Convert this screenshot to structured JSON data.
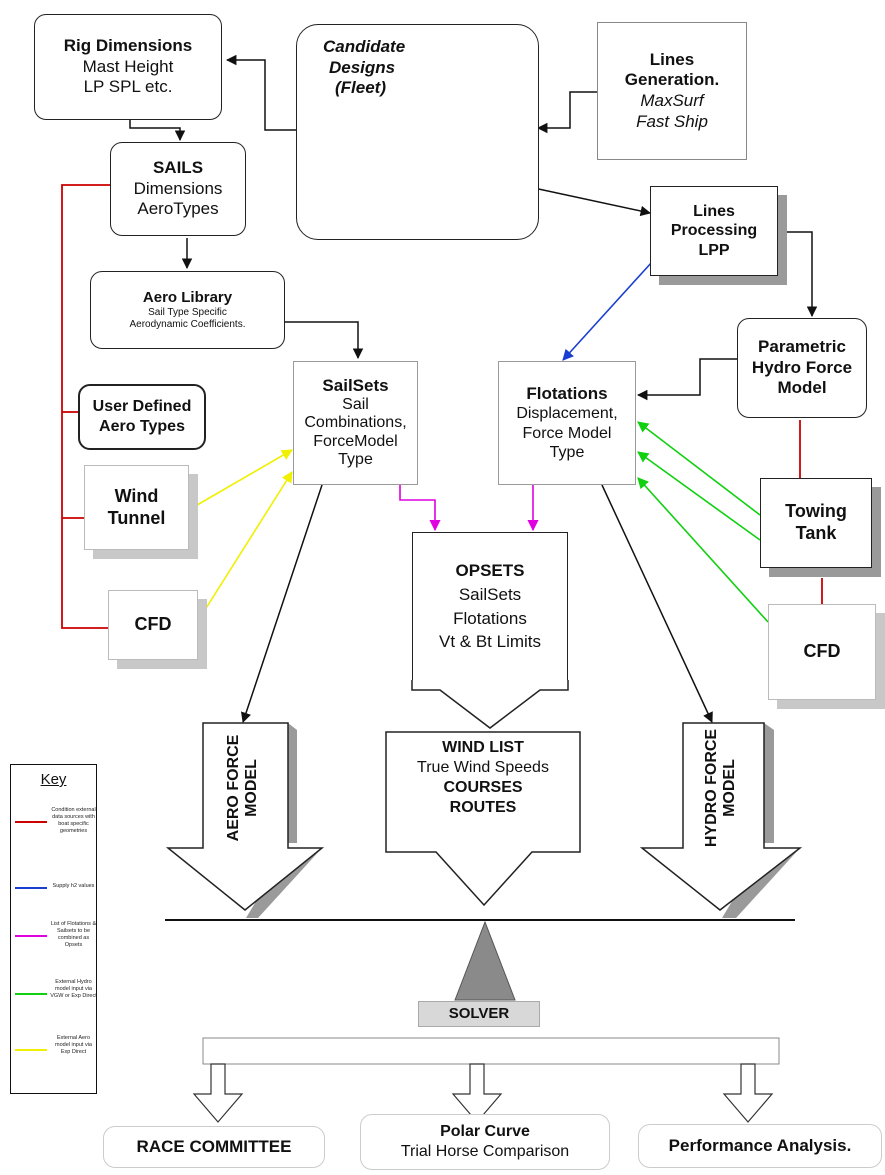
{
  "nodes": {
    "rig": {
      "title": "Rig Dimensions",
      "line1": "Mast Height",
      "line2": "LP SPL etc."
    },
    "candidate": {
      "line1": "Candidate",
      "line2": "Designs",
      "line3": "(Fleet)"
    },
    "lines_gen": {
      "title": "Lines",
      "title2": "Generation.",
      "line1": "MaxSurf",
      "line2": "Fast Ship"
    },
    "sails": {
      "title": "SAILS",
      "line1": "Dimensions",
      "line2": "AeroTypes"
    },
    "lines_proc": {
      "line1": "Lines",
      "line2": "Processing",
      "line3": "LPP"
    },
    "aero_lib": {
      "title": "Aero Library",
      "line1": "Sail Type Specific",
      "line2": "Aerodynamic Coefficients."
    },
    "parametric": {
      "line1": "Parametric",
      "line2": "Hydro Force",
      "line3": "Model"
    },
    "sailsets": {
      "title": "SailSets",
      "line1": "Sail",
      "line2": "Combinations,",
      "line3": "ForceModel",
      "line4": "Type"
    },
    "flotations": {
      "title": "Flotations",
      "line1": "Displacement,",
      "line2": "Force Model",
      "line3": "Type"
    },
    "user_defined": {
      "line1": "User Defined",
      "line2": "Aero Types"
    },
    "wind_tunnel": {
      "line1": "Wind",
      "line2": "Tunnel"
    },
    "towing_tank": {
      "line1": "Towing",
      "line2": "Tank"
    },
    "cfd_left": {
      "label": "CFD"
    },
    "cfd_right": {
      "label": "CFD"
    },
    "opsets": {
      "title": "OPSETS",
      "line1": "SailSets",
      "line2": "Flotations",
      "line3": "Vt & Bt Limits"
    },
    "wind_list": {
      "title": "WIND LIST",
      "line1": "True Wind Speeds",
      "line2": "COURSES",
      "line3": "ROUTES"
    },
    "aero_force": {
      "line1": "AERO FORCE",
      "line2": "MODEL"
    },
    "hydro_force": {
      "line1": "HYDRO FORCE",
      "line2": "MODEL"
    },
    "solver": {
      "label": "SOLVER"
    },
    "race": {
      "label": "RACE COMMITTEE"
    },
    "polar": {
      "line1": "Polar Curve",
      "line2": "Trial Horse Comparison"
    },
    "performance": {
      "label": "Performance Analysis."
    }
  },
  "key": {
    "title": "Key",
    "entries": [
      {
        "color": "#cc0000",
        "text": "Condition external data sources with boat specific geometries"
      },
      {
        "color": "#1a3fd0",
        "text": "Supply h2 values"
      },
      {
        "color": "#e000e0",
        "text": "List of Flotations & Sailsets to be combined as Opsets"
      },
      {
        "color": "#10d010",
        "text": "External Hydro model input via VGW or Exp Direct"
      },
      {
        "color": "#f0f000",
        "text": "External Aero model input via Exp Direct"
      }
    ]
  }
}
